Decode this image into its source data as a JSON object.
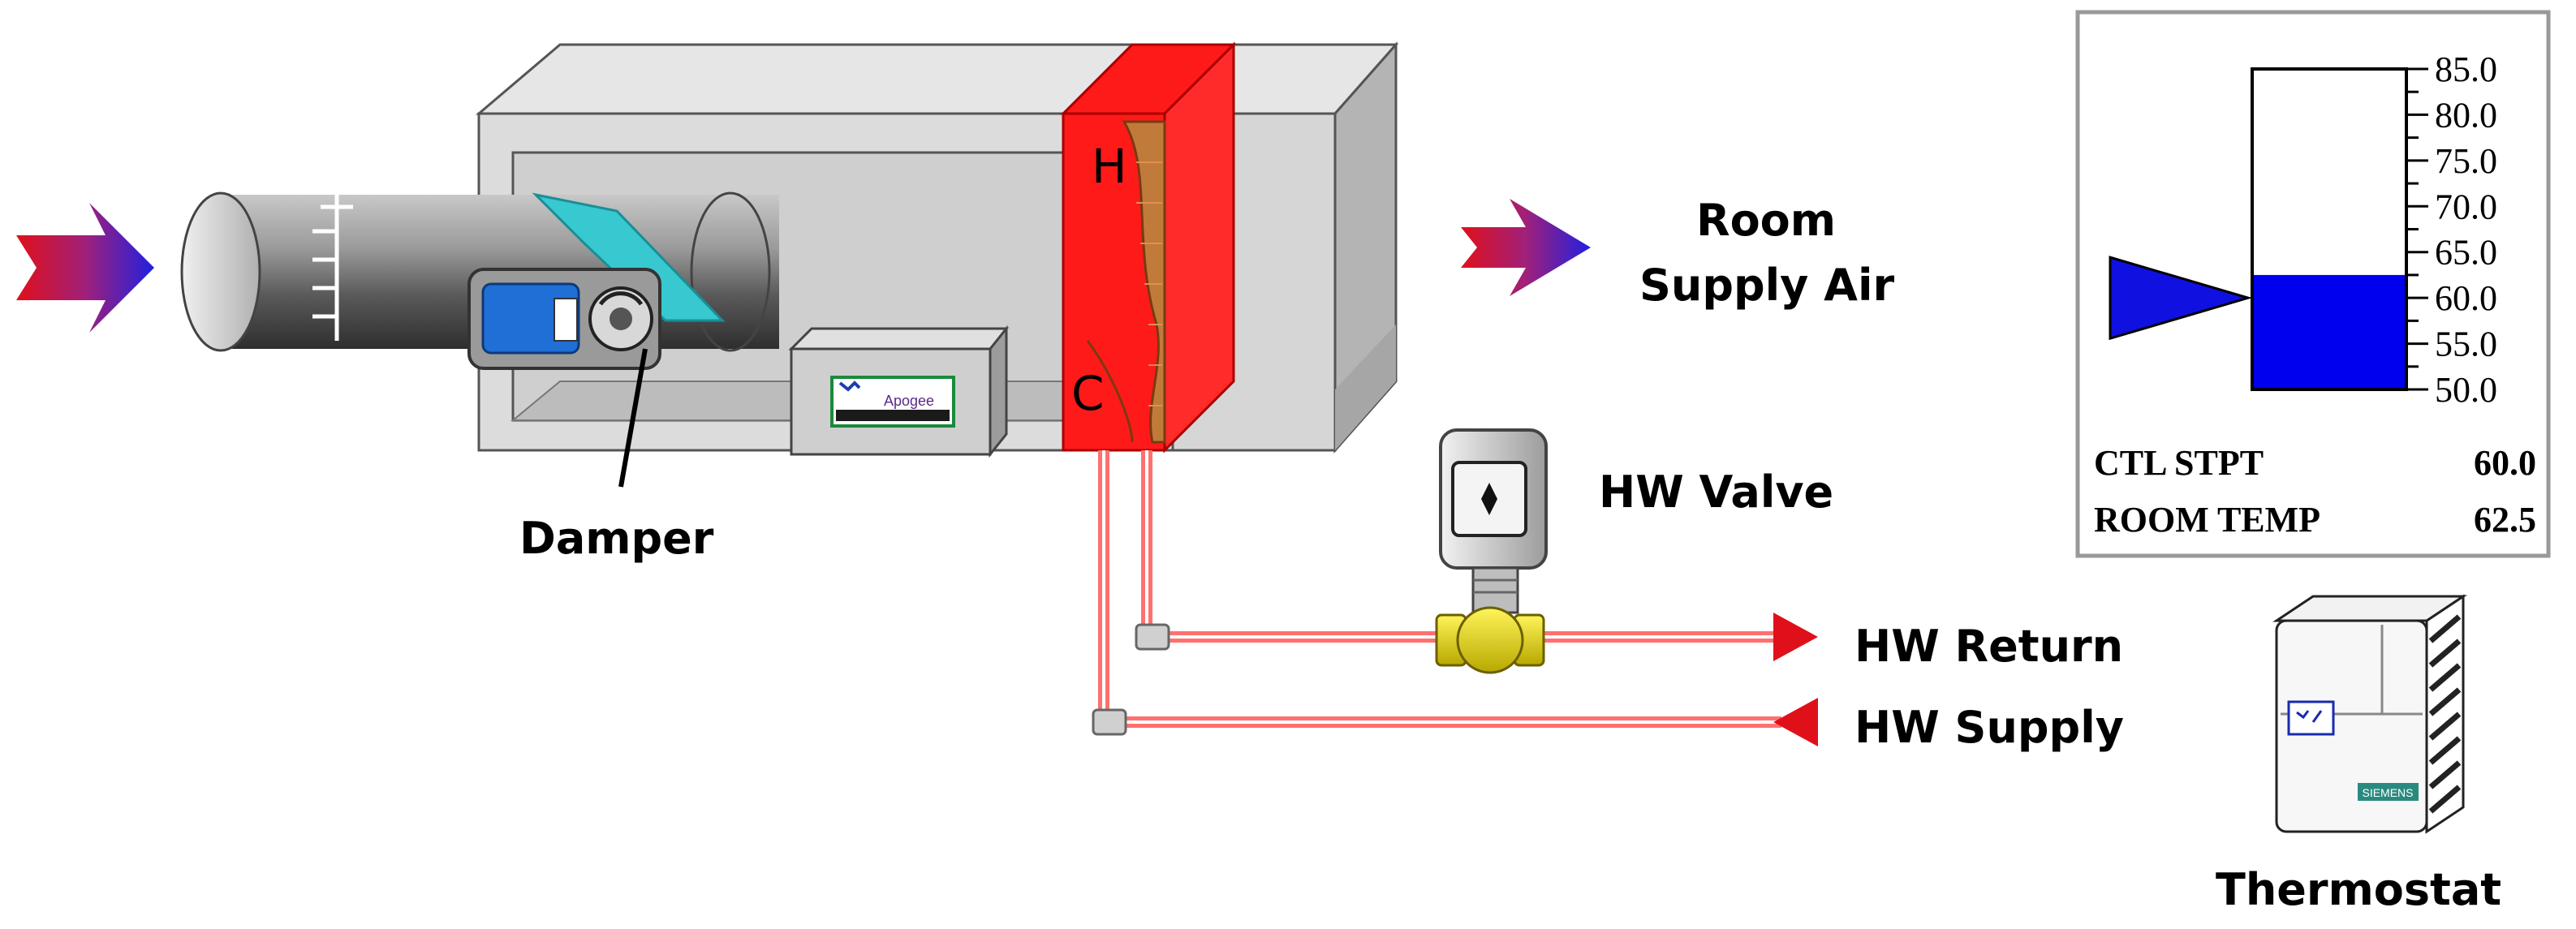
{
  "labels": {
    "room_supply_air_line1": "Room",
    "room_supply_air_line2": "Supply Air",
    "damper": "Damper",
    "hw_valve": "HW Valve",
    "hw_return": "HW Return",
    "hw_supply": "HW Supply",
    "thermostat": "Thermostat",
    "coil_heat": "H",
    "coil_cool": "C",
    "controller_brand": "Apogee",
    "thermostat_brand": "SIEMENS"
  },
  "gauge": {
    "ticks": [
      "85.0",
      "80.0",
      "75.0",
      "70.0",
      "65.0",
      "60.0",
      "55.0",
      "50.0"
    ],
    "min": 50.0,
    "max": 85.0,
    "fill_level": 62.5,
    "pointer_level": 60.0,
    "ctl_stpt_label": "CTL STPT",
    "ctl_stpt_value": "60.0",
    "room_temp_label": "ROOM TEMP",
    "room_temp_value": "62.5",
    "fill_color": "#0000ee"
  },
  "colors": {
    "coil_red": "#ff1a1a",
    "pipe_red": "#ff6666",
    "arrow_red": "#e0101a",
    "box_gray": "#dcdcdc"
  }
}
